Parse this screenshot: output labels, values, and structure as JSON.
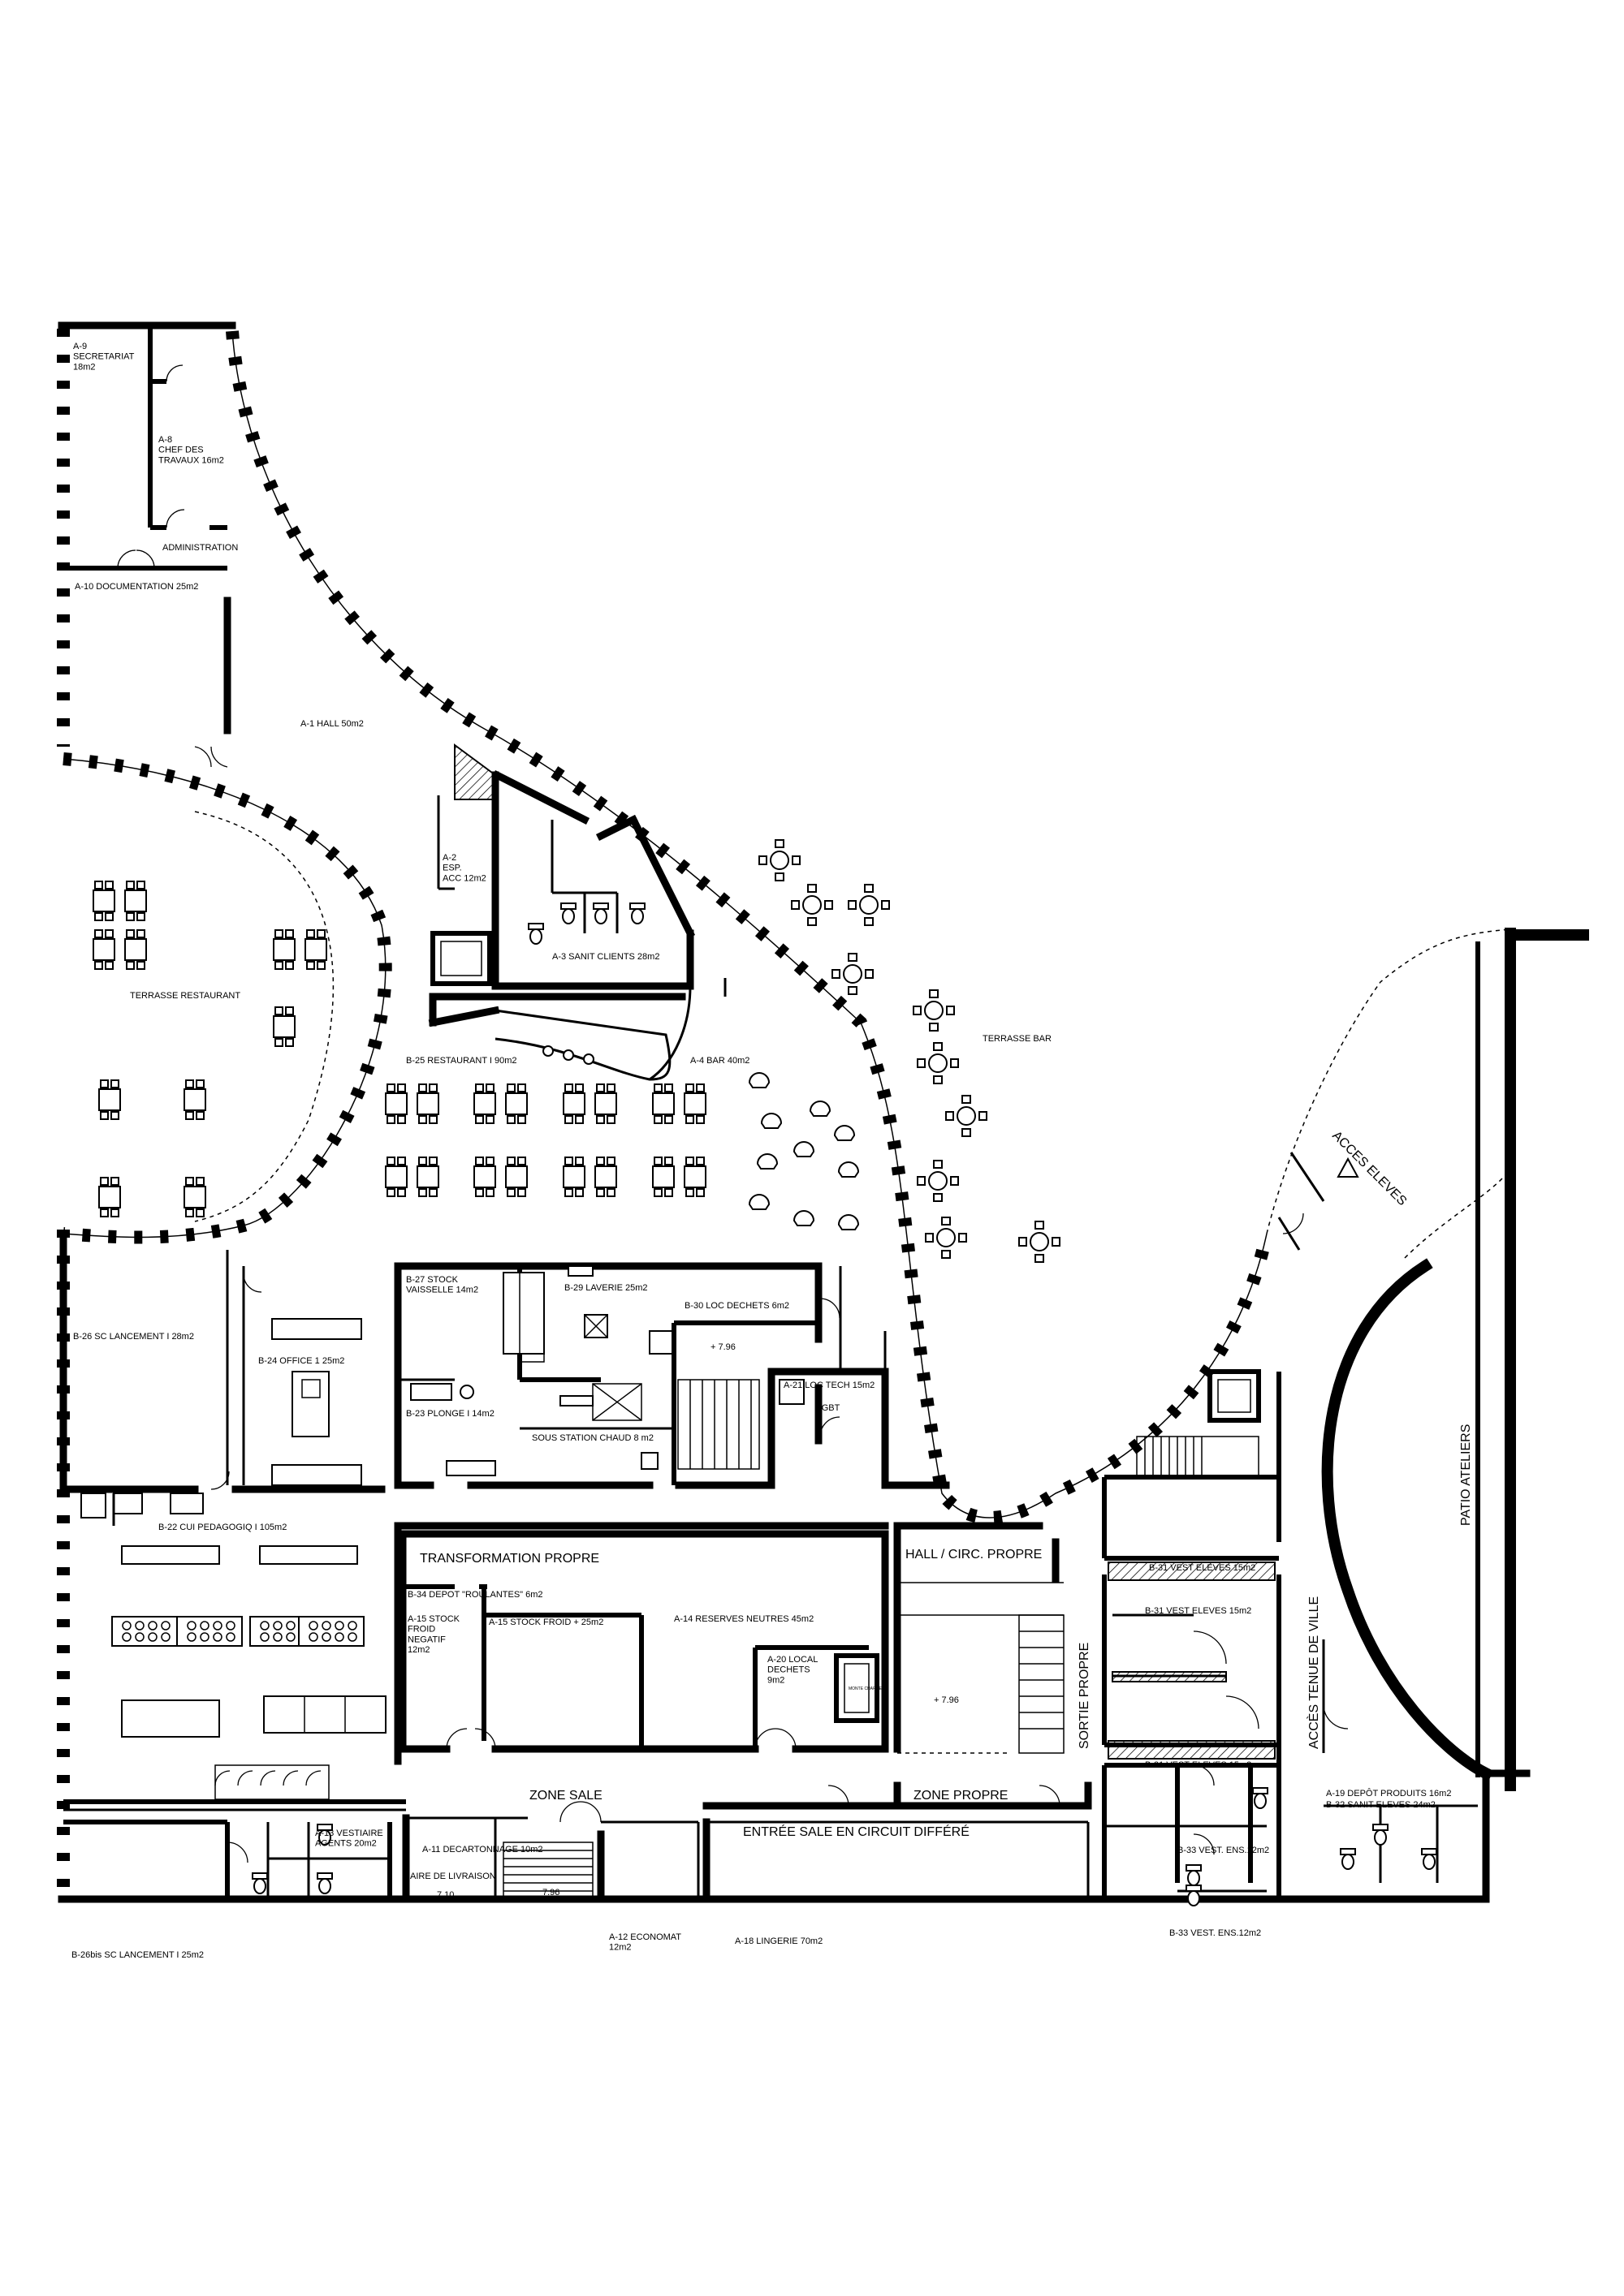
{
  "rooms": {
    "a9": "A-9\nSECRETARIAT\n18m2",
    "a8": "A-8\nCHEF DES\nTRAVAUX 16m2",
    "administration": "ADMINISTRATION",
    "a10": "A-10 DOCUMENTATION 25m2",
    "a1": "A-1 HALL 50m2",
    "a2": "A-2\nESP.\nACC 12m2",
    "a3": "A-3 SANIT CLIENTS 28m2",
    "terrasse_restaurant": "TERRASSE RESTAURANT",
    "b25": "B-25 RESTAURANT I 90m2",
    "a4": "A-4 BAR 40m2",
    "terrasse_bar": "TERRASSE BAR",
    "b27": "B-27 STOCK\nVAISSELLE 14m2",
    "b29": "B-29 LAVERIE 25m2",
    "b30": "B-30 LOC DECHETS 6m2",
    "level_796_a": "+ 7.96",
    "a21": "A-21 LOC TECH 15m2",
    "tgbt": "TGBT",
    "b26": "B-26 SC LANCEMENT I 28m2",
    "b24": "B-24 OFFICE 1 25m2",
    "b23": "B-23 PLONGE I 14m2",
    "sous_station": "SOUS STATION CHAUD 8 m2",
    "b22": "B-22 CUI PEDAGOGIQ I 105m2",
    "transformation": "TRANSFORMATION PROPRE",
    "hall_circ": "HALL / CIRC. PROPRE",
    "b34": "B-34 DEPOT \"ROULANTES\" 6m2",
    "a15_neg": "A-15 STOCK\nFROID\nNEGATIF\n12m2",
    "a15_pos": "A-15 STOCK FROID + 25m2",
    "a14": "A-14 RESERVES NEUTRES 45m2",
    "a20": "A-20 LOCAL\nDECHETS\n9m2",
    "level_796_b": "+ 7.96",
    "b31_a": "B-31 VEST ELEVES 15m2",
    "b31_b": "B-31 VEST ELEVES 15m2",
    "b31_c": "B-31 VEST ELEVES 15m2",
    "sortie_propre": "SORTIE PROPRE",
    "acces_tenue": "ACCÈS TENUE DE VILLE",
    "patio": "PATIO ATELIERS",
    "acces_eleves": "ACCES ELEVES",
    "zone_sale": "ZONE SALE",
    "zone_propre": "ZONE PROPRE",
    "entree_sale": "ENTRÉE SALE EN CIRCUIT DIFFÉRÉ",
    "a13": "A-13 VESTIAIRE\nAGENTS 20m2",
    "a11": "A-11 DECARTONNAGE 10m2",
    "aire_livraison": "AIRE DE LIVRAISON",
    "level_710": "7.10",
    "level_796_c": "7.96",
    "a12": "A-12 ECONOMAT\n12m2",
    "a18": "A-18 LINGERIE 70m2",
    "b26bis": "B-26bis SC LANCEMENT I 25m2",
    "a19": "A-19 DEPÔT PRODUITS 16m2",
    "b32": "B-32 SANIT ELEVES 24m2",
    "b33_a": "B-33 VEST. ENS.12m2",
    "b33_b": "B-33 VEST. ENS.12m2",
    "small_label": "MONTE CHARGE"
  }
}
